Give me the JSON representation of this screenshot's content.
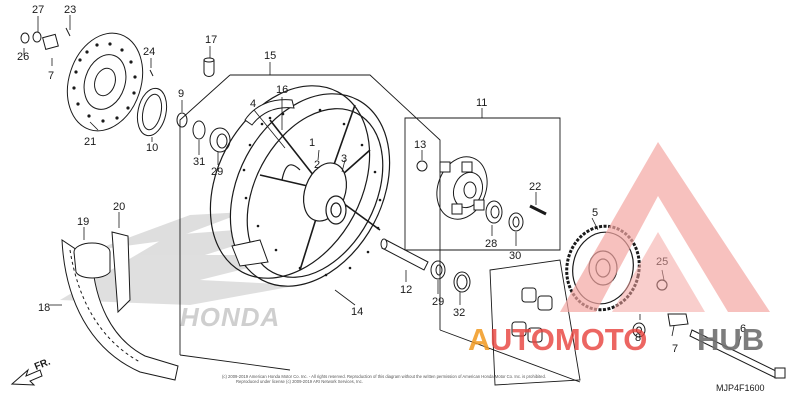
{
  "diagram": {
    "code": "MJP4F1600",
    "copyright": "(c) 2009-2019 American Honda Motor Co. Inc. - All rights reserved. Reproduction of this diagram without the written permission of American Honda Motor Co. Inc. is prohibited.",
    "copyright2": "Reproduced under license (c) 2009-2019 ARI Network Services, Inc.",
    "background_mark": "HONDA",
    "direction": "FR.",
    "callouts": {
      "c1": "1",
      "c2": "2",
      "c3": "3",
      "c4": "4",
      "c5": "5",
      "c6": "6",
      "c7a": "7",
      "c7b": "7",
      "c8": "8",
      "c9": "9",
      "c10": "10",
      "c11": "11",
      "c12": "12",
      "c13": "13",
      "c14": "14",
      "c15": "15",
      "c16": "16",
      "c17": "17",
      "c18": "18",
      "c19": "19",
      "c20": "20",
      "c21": "21",
      "c22": "22",
      "c23": "23",
      "c24": "24",
      "c25": "25",
      "c26": "26",
      "c27": "27",
      "c28": "28",
      "c29a": "29",
      "c29b": "29",
      "c30": "30",
      "c31": "31",
      "c32": "32"
    }
  },
  "watermark": {
    "brand_prefix": "A",
    "brand_middle": "UTOMOTO",
    "brand_suffix": "HUB"
  },
  "colors": {
    "line": "#1a1a1a",
    "watermark_red": "#e8413c",
    "watermark_orange": "#f29a1f",
    "watermark_pink": "#f4a6a3",
    "grey_mark": "#c9c9c9"
  }
}
